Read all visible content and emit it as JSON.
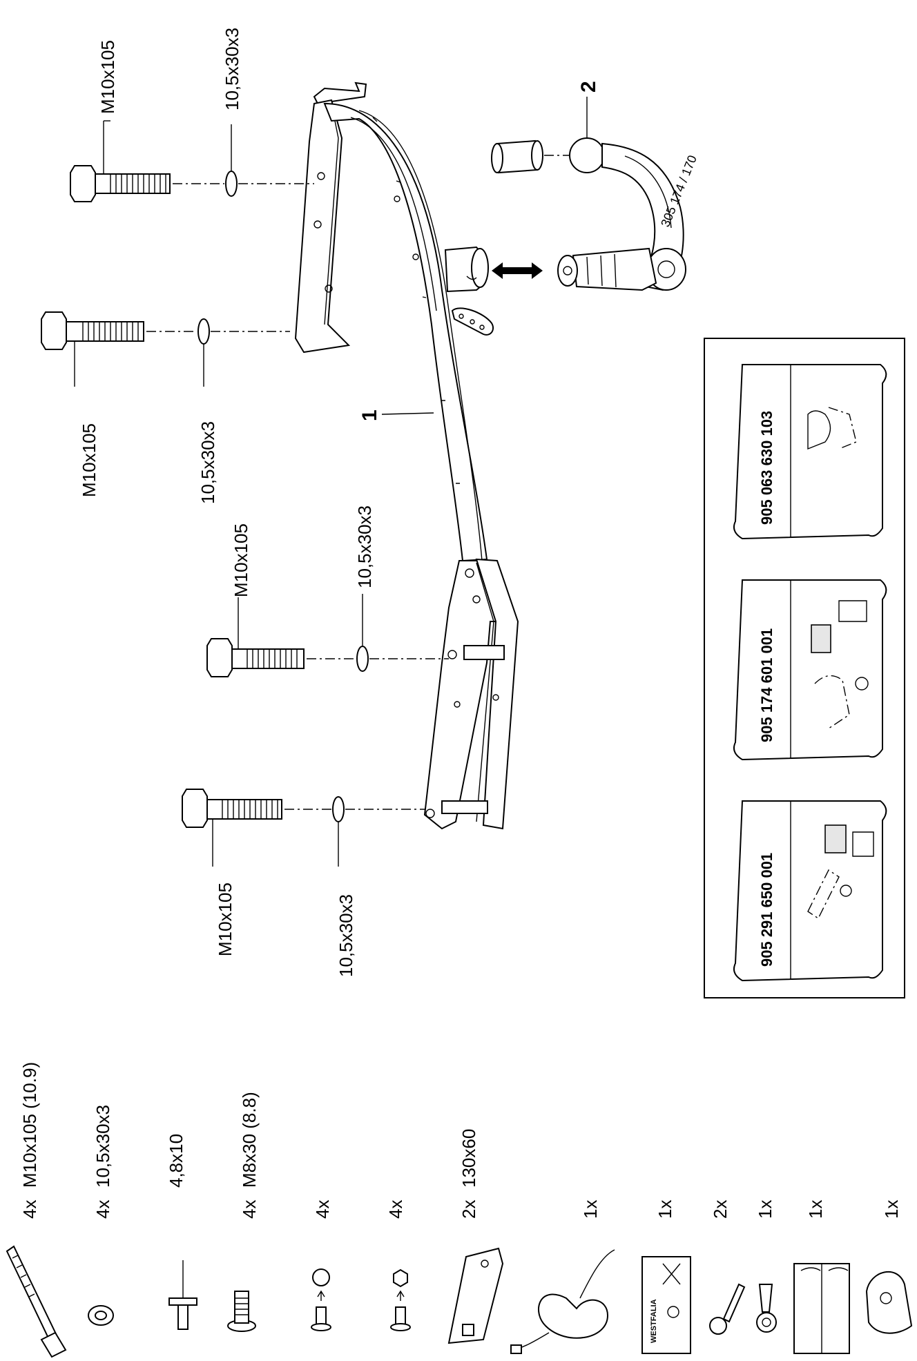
{
  "callouts": {
    "bolt_tr": "M10x105",
    "washer_tr": "10,5x30x3",
    "bolt_r2": "M10x105",
    "washer_r2": "10,5x30x3",
    "bolt_l2": "M10x105",
    "washer_l2": "10,5x30x3",
    "bolt_l": "M10x105",
    "washer_l": "10,5x30x3",
    "part1": "1",
    "part2": "2",
    "ball_stamp": "305 174 / 170"
  },
  "kits": [
    {
      "code": "905 063 630 103"
    },
    {
      "code": "905 174 601 001"
    },
    {
      "code": "905 291 650 001"
    }
  ],
  "parts_list": [
    {
      "qty": "4x",
      "spec": "M10x105 (10.9)",
      "icon": "bolt-icon"
    },
    {
      "qty": "4x",
      "spec": "10,5x30x3",
      "icon": "washer-icon"
    },
    {
      "qty": "",
      "spec": "4,8x10",
      "icon": "rivet-icon"
    },
    {
      "qty": "4x",
      "spec": "M8x30 (8.8)",
      "icon": "screw-icon"
    },
    {
      "qty": "4x",
      "spec": "",
      "icon": "round-insert-icon"
    },
    {
      "qty": "4x",
      "spec": "",
      "icon": "hex-insert-icon"
    },
    {
      "qty": "2x",
      "spec": "130x60",
      "icon": "bracket-plate-icon"
    },
    {
      "qty": "1x",
      "spec": "",
      "icon": "ball-cover-strap-icon"
    },
    {
      "qty": "1x",
      "spec": "",
      "icon": "warning-sticker-icon"
    },
    {
      "qty": "2x",
      "spec": "",
      "icon": "key-icon"
    },
    {
      "qty": "1x",
      "spec": "",
      "icon": "ring-key-icon"
    },
    {
      "qty": "1x",
      "spec": "",
      "icon": "manual-booklet-icon"
    },
    {
      "qty": "1x",
      "spec": "",
      "icon": "cap-icon"
    }
  ],
  "sticker_brand": "WESTFALIA"
}
